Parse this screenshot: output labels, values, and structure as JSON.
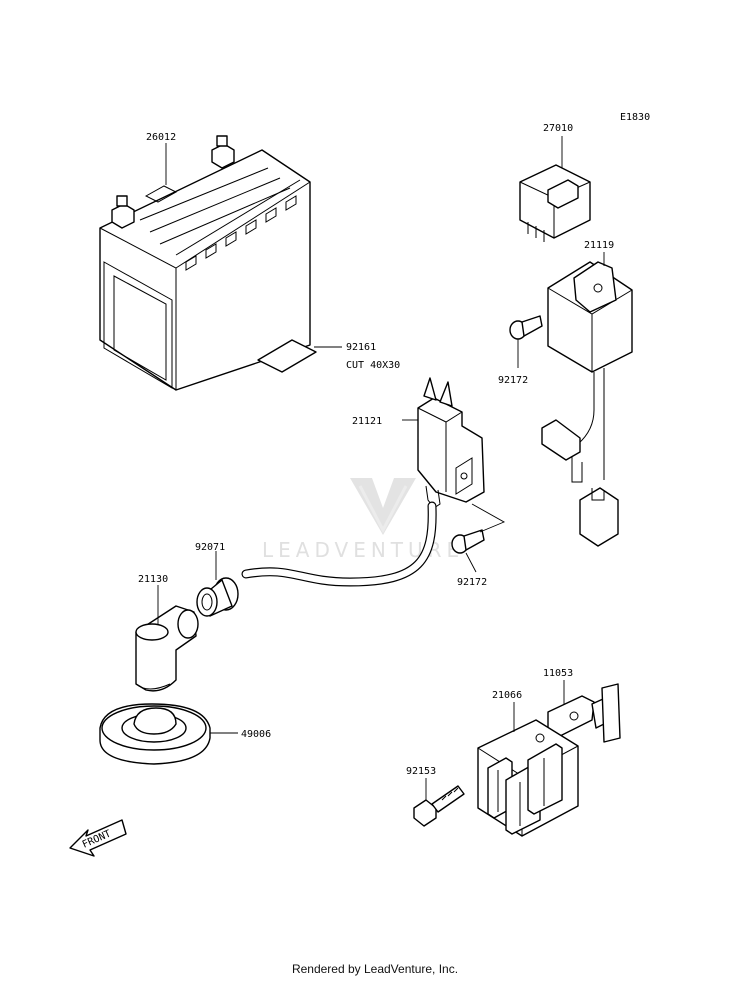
{
  "diagram": {
    "code": "E1830",
    "watermark": "LEADVENTURE",
    "footer": "Rendered by LeadVenture, Inc.",
    "front_label": "FRONT",
    "parts": [
      {
        "id": "26012"
      },
      {
        "id": "92161",
        "note": "CUT 40X30"
      },
      {
        "id": "27010"
      },
      {
        "id": "21119"
      },
      {
        "id": "92172"
      },
      {
        "id": "21121"
      },
      {
        "id": "92172"
      },
      {
        "id": "92071"
      },
      {
        "id": "21130"
      },
      {
        "id": "49006"
      },
      {
        "id": "11053"
      },
      {
        "id": "21066"
      },
      {
        "id": "92153"
      }
    ]
  }
}
